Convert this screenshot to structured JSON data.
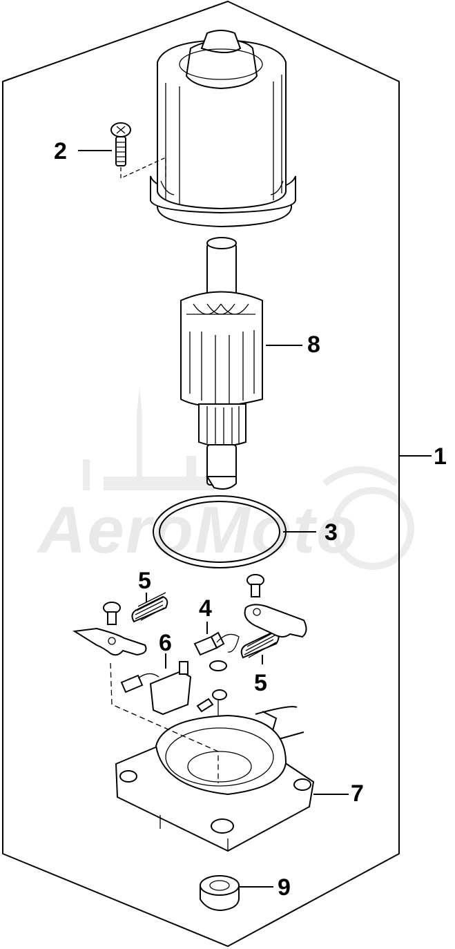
{
  "watermark": {
    "text": "AeroMoto"
  },
  "callouts": [
    {
      "id": "1",
      "label": "1"
    },
    {
      "id": "2",
      "label": "2"
    },
    {
      "id": "3",
      "label": "3"
    },
    {
      "id": "4",
      "label": "4"
    },
    {
      "id": "5a",
      "label": "5"
    },
    {
      "id": "5b",
      "label": "5"
    },
    {
      "id": "6",
      "label": "6"
    },
    {
      "id": "7",
      "label": "7"
    },
    {
      "id": "8",
      "label": "8"
    },
    {
      "id": "9",
      "label": "9"
    }
  ]
}
